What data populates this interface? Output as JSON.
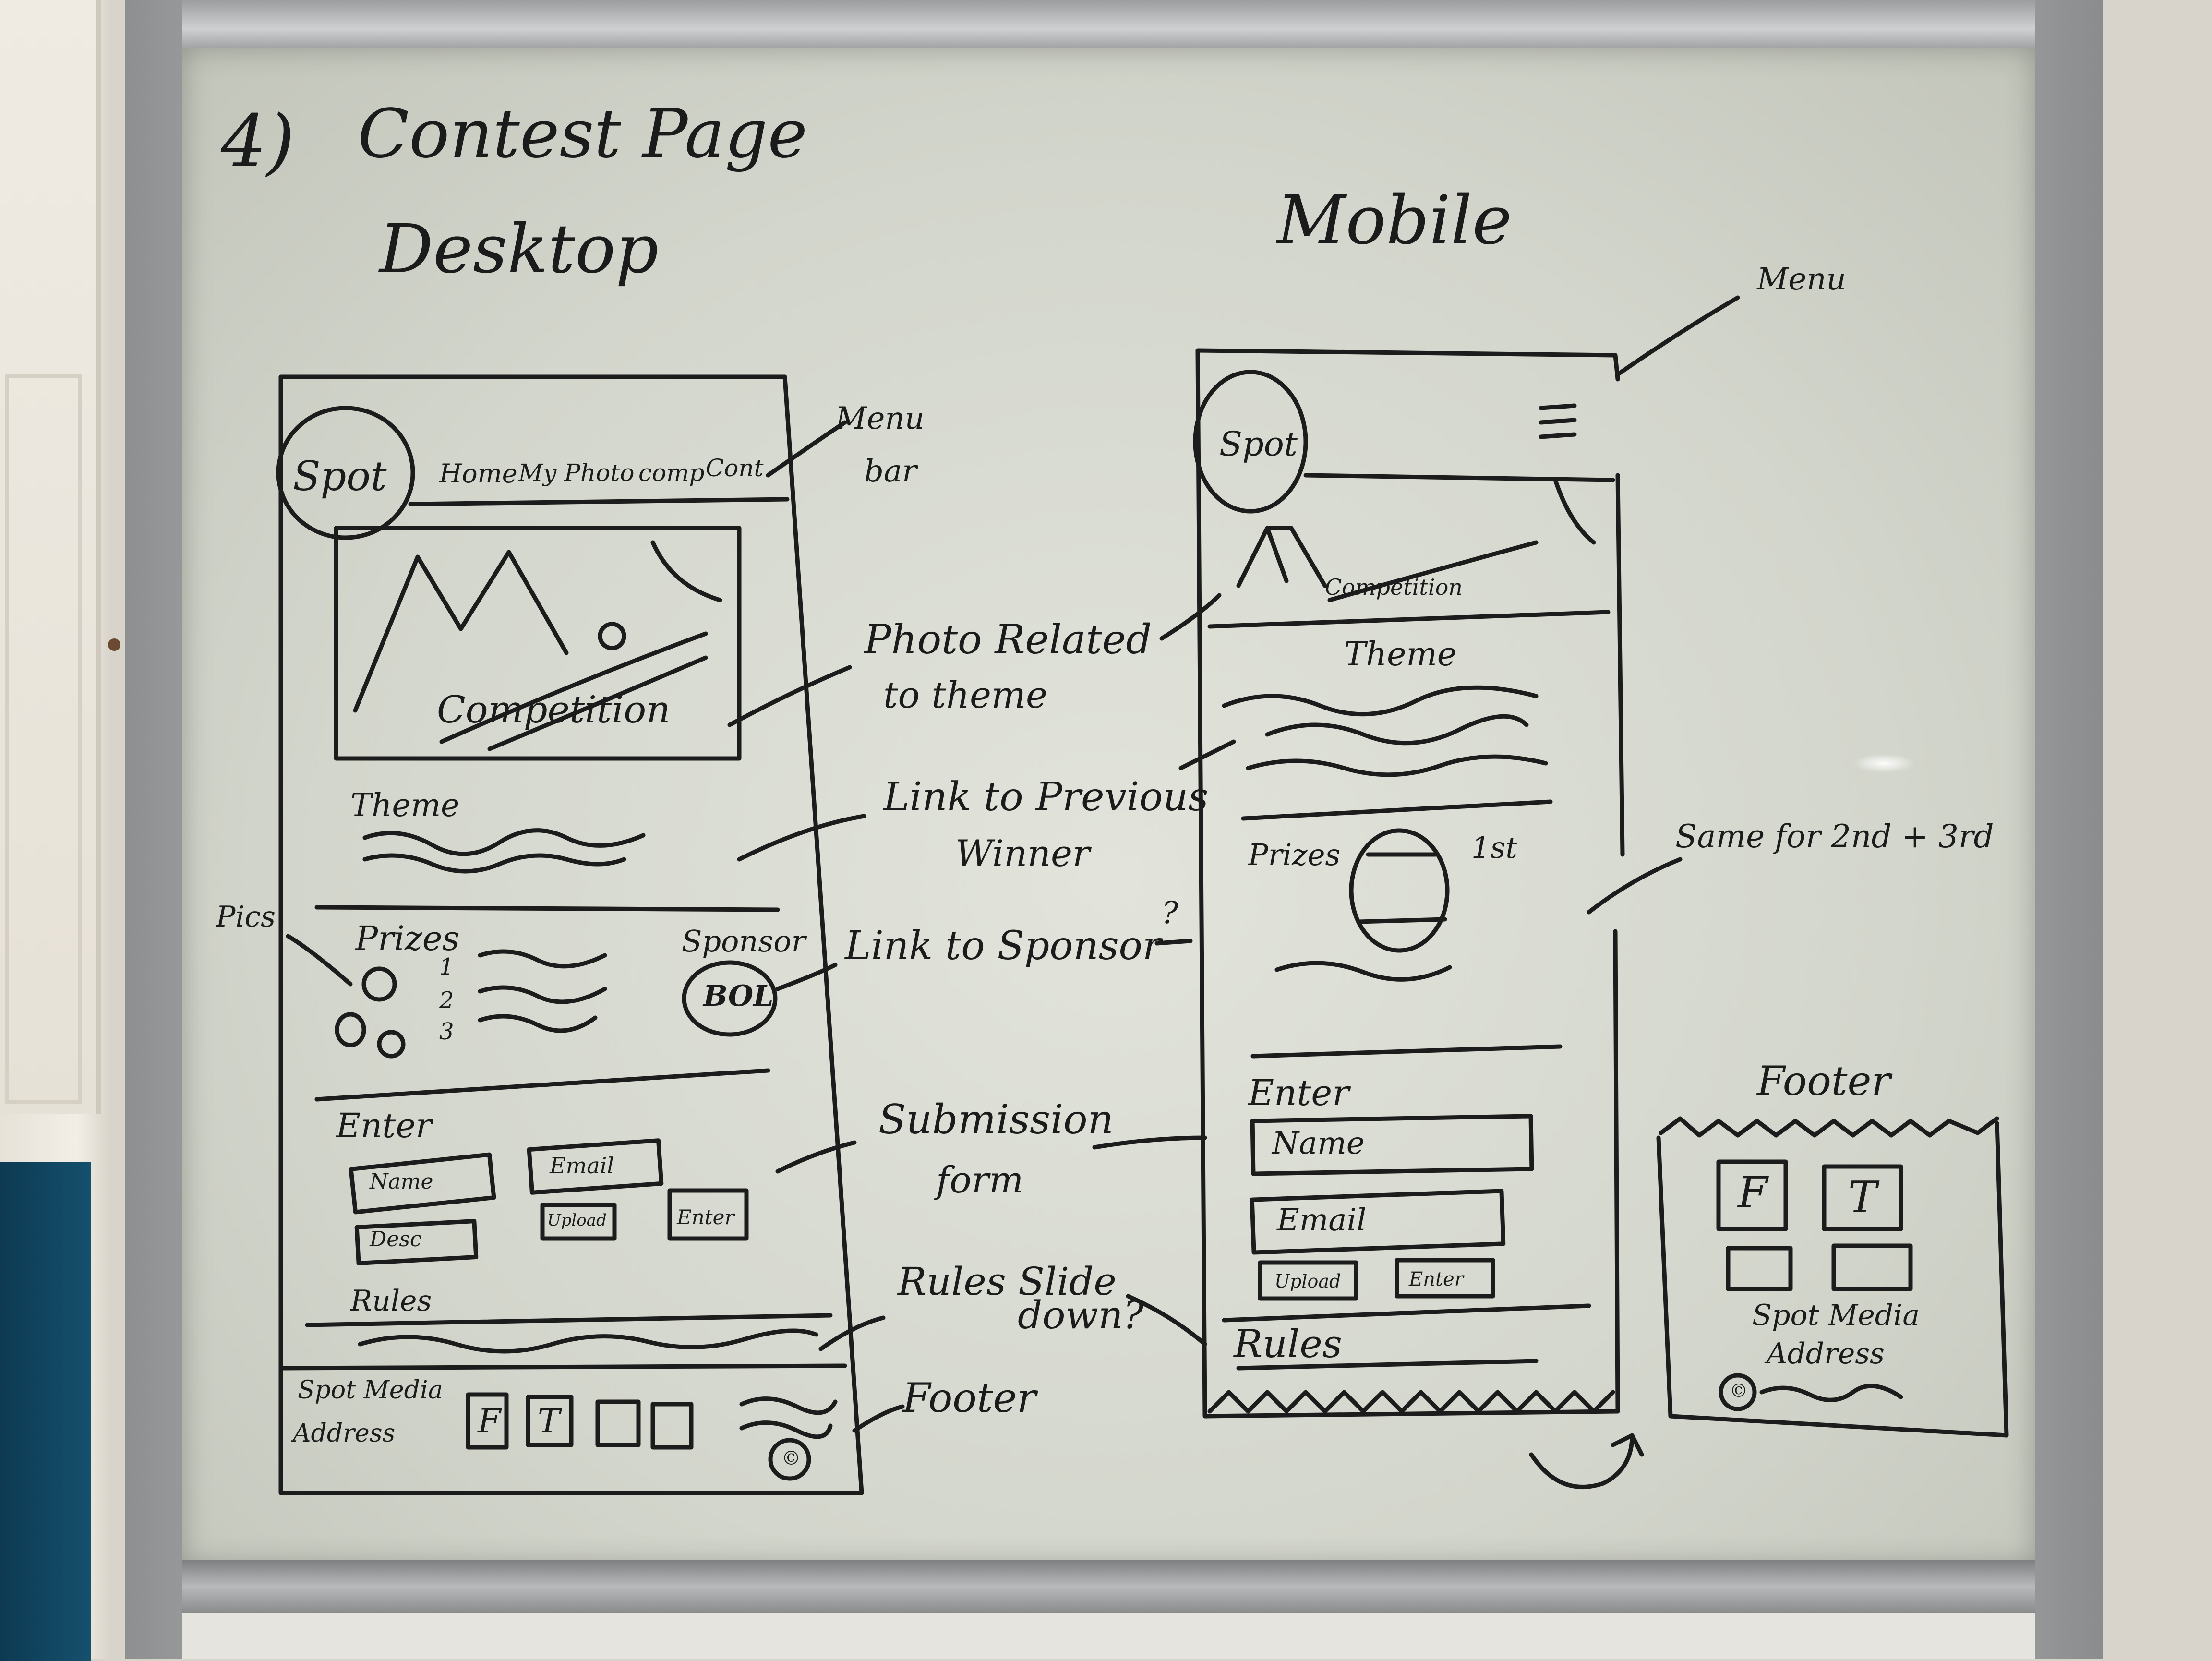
{
  "heading": {
    "number": "4)",
    "title": "Contest Page"
  },
  "desktop": {
    "label": "Desktop",
    "logo": "Spot",
    "nav": {
      "home": "Home",
      "my_photo": "My Photo",
      "comp": "comp",
      "cont": "Cont"
    },
    "hero_caption": "Competition",
    "theme_label": "Theme",
    "prizes_label": "Prizes",
    "prize_ranks": [
      "1",
      "2",
      "3"
    ],
    "sponsor_label": "Sponsor",
    "sponsor_logo": "BOL",
    "enter_label": "Enter",
    "form": {
      "name": "Name",
      "email": "Email",
      "desc": "Desc",
      "upload": "Upload",
      "enter_btn": "Enter"
    },
    "rules_label": "Rules",
    "footer": {
      "line1": "Spot Media",
      "line2": "Address",
      "icons": [
        "F",
        "T"
      ],
      "copyright": "©"
    }
  },
  "mobile": {
    "label": "Mobile",
    "logo": "Spot",
    "hero_caption": "Competition",
    "theme_label": "Theme",
    "prizes_label": "Prizes",
    "first_place": "1st",
    "enter_label": "Enter",
    "form": {
      "name": "Name",
      "email": "Email",
      "upload": "Upload",
      "enter_btn": "Enter"
    },
    "rules_label": "Rules",
    "footer_title": "Footer",
    "footer_icons": [
      "F",
      "T"
    ],
    "footer_line1": "Spot Media",
    "footer_line2": "Address",
    "footer_copyright": "©"
  },
  "annotations": {
    "pics": "Pics",
    "menu_bar_1": "Menu",
    "menu_bar_2": "bar",
    "photo_related_1": "Photo Related",
    "photo_related_2": "to theme",
    "links_prev_1": "Link to Previous",
    "links_prev_2": "Winner",
    "link_sponsor": "Link to Sponsor",
    "question": "?",
    "submission_1": "Submission",
    "submission_2": "form",
    "rules_slide_1": "Rules Slide",
    "rules_slide_2": "down?",
    "footer": "Footer",
    "menu": "Menu",
    "same_for": "Same for 2nd + 3rd"
  }
}
